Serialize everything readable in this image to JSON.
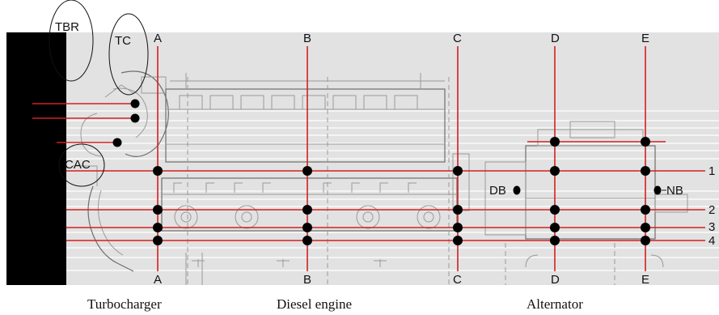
{
  "stations": [
    "A",
    "B",
    "C",
    "D",
    "E"
  ],
  "levels": [
    "1",
    "2",
    "3",
    "4"
  ],
  "components": {
    "tbr": "TBR",
    "tc": "TC",
    "cac": "CAC",
    "db": "DB",
    "nb": "NB"
  },
  "captions": {
    "turbocharger": "Turbocharger",
    "diesel_engine": "Diesel engine",
    "alternator": "Alternator"
  },
  "colors": {
    "measurement_line": "#d42020",
    "sensor_point": "#000000",
    "background": "#e4e4e4"
  }
}
